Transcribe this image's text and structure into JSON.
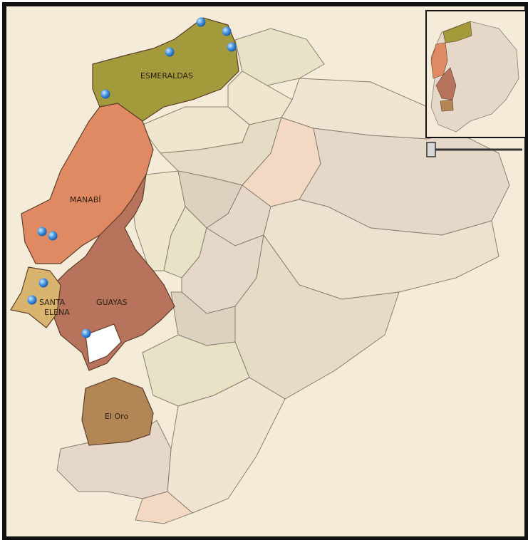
{
  "map": {
    "colors": {
      "background": "#f4ecd8",
      "border_frame": "#111111",
      "province_stroke": "#8a7f6e",
      "esmeraldas": "#a39a3c",
      "manabi": "#e08a63",
      "guayas": "#b8735c",
      "santa_elena": "#d9b46e",
      "el_oro": "#b38755",
      "neutral_1": "#e8e3c7",
      "neutral_2": "#eee7cd",
      "neutral_3": "#f3d9c4",
      "neutral_4": "#e6d8c9",
      "neutral_5": "#ddd2c0",
      "neutral_6": "#e4dcc5",
      "neutral_7": "#ebe2cf",
      "neutral_8": "#f1e4d2",
      "marker": "#3d8fdc"
    },
    "provinces": {
      "esmeraldas": "ESMERALDAS",
      "manabi": "MANABÍ",
      "guayas": "GUAYAS",
      "santa_elena_line1": "SANTA",
      "santa_elena_line2": "ELENA",
      "el_oro": "El Oro"
    }
  }
}
